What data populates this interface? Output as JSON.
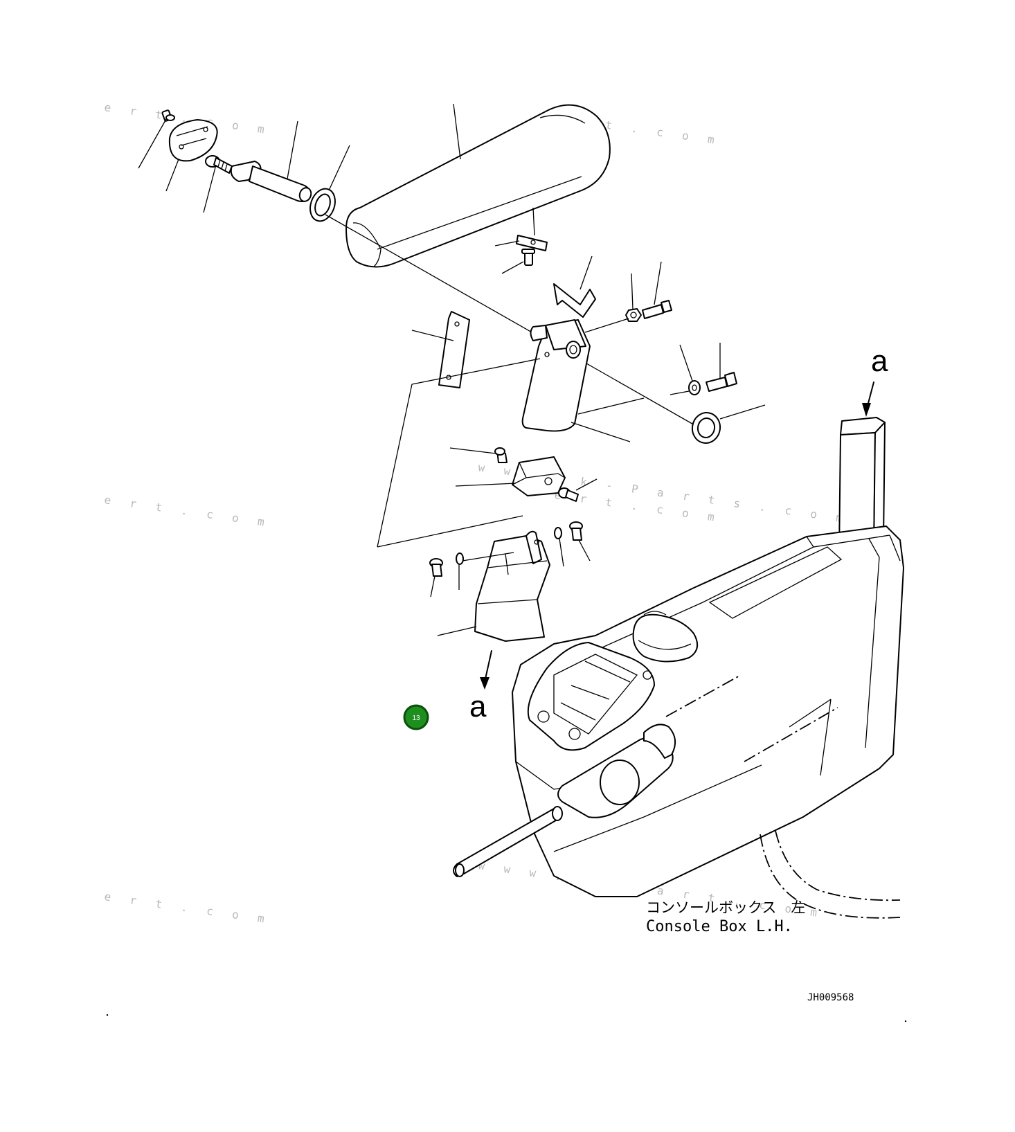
{
  "caption": {
    "jp": "コンソールボックス　左",
    "en": "Console Box L.H."
  },
  "ref_label_top": "a",
  "ref_label_bottom": "a",
  "drawing_code": "JH009568",
  "callout": {
    "number": "13",
    "color": "#1e8e1e",
    "ring_color": "#0b4f0b"
  },
  "watermarks": [
    "e r t . c o m",
    "e r t . c o m",
    "e r t . c o m",
    "e r t . c o m",
    "w w w . k - P a r t . c o m",
    "e r t . c o m",
    "w w w . k - P a r t s . c o m"
  ]
}
